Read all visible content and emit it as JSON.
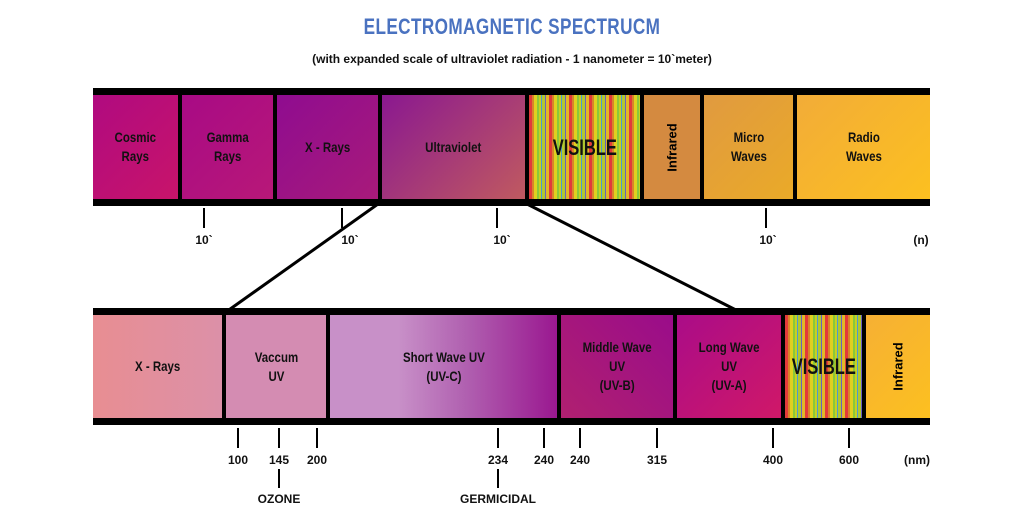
{
  "title": "ELECTROMAGNETIC SPECTRUCM",
  "subtitle": "(with expanded scale of ultraviolet radiation - 1 nanometer = 10`meter)",
  "top_bar": {
    "segments": [
      "Cosmic\nRays",
      "Gamma\nRays",
      "X - Rays",
      "Ultraviolet",
      "VISIBLE",
      "Infrared",
      "Micro\nWaves",
      "Radio\nWaves"
    ],
    "ticks": [
      "10`",
      "10`",
      "10`",
      "10`"
    ],
    "unit": "(n)"
  },
  "bottom_bar": {
    "segments": [
      "X - Rays",
      "Vaccum\nUV",
      "Short Wave UV\n(UV-C)",
      "Middle Wave\nUV\n(UV-B)",
      "Long Wave\nUV\n(UV-A)",
      "VISIBLE",
      "Infrared"
    ],
    "ticks": [
      "100",
      "145",
      "200",
      "234",
      "240",
      "240",
      "315",
      "400",
      "600"
    ],
    "unit": "(nm)",
    "annotations": [
      "OZONE",
      "GERMICIDAL"
    ]
  }
}
